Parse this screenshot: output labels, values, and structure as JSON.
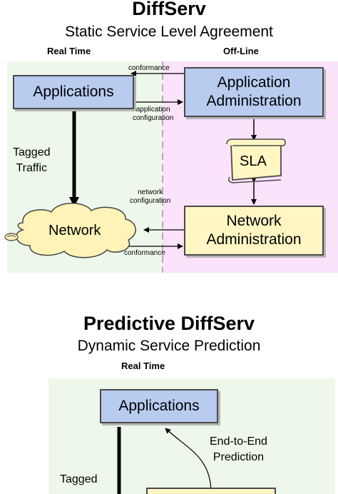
{
  "diffserv": {
    "title": "DiffServ",
    "subtitle": "Static Service Level Agreement",
    "realtime_label": "Real Time",
    "offline_label": "Off-Line",
    "applications": "Applications",
    "app_admin": "Application\nAdministration",
    "sla": "SLA",
    "network": "Network",
    "net_admin": "Network\nAdministration",
    "tagged_traffic": "Tagged\nTraffic",
    "conformance_top": "conformance",
    "app_config": "application\nconfiguration",
    "net_config": "network\nconfiguration",
    "conformance_bottom": "conformance",
    "colors": {
      "realtime_bg": "#eef8ea",
      "offline_bg": "#fbe3fb",
      "app_box": "#b8ccf0",
      "admin_box": "#fff6c4"
    }
  },
  "predictive": {
    "title": "Predictive DiffServ",
    "subtitle": "Dynamic Service Prediction",
    "realtime_label": "Real Time",
    "applications": "Applications",
    "prediction": "End-to-End\nPrediction",
    "tagged_traffic": "Tagged"
  }
}
